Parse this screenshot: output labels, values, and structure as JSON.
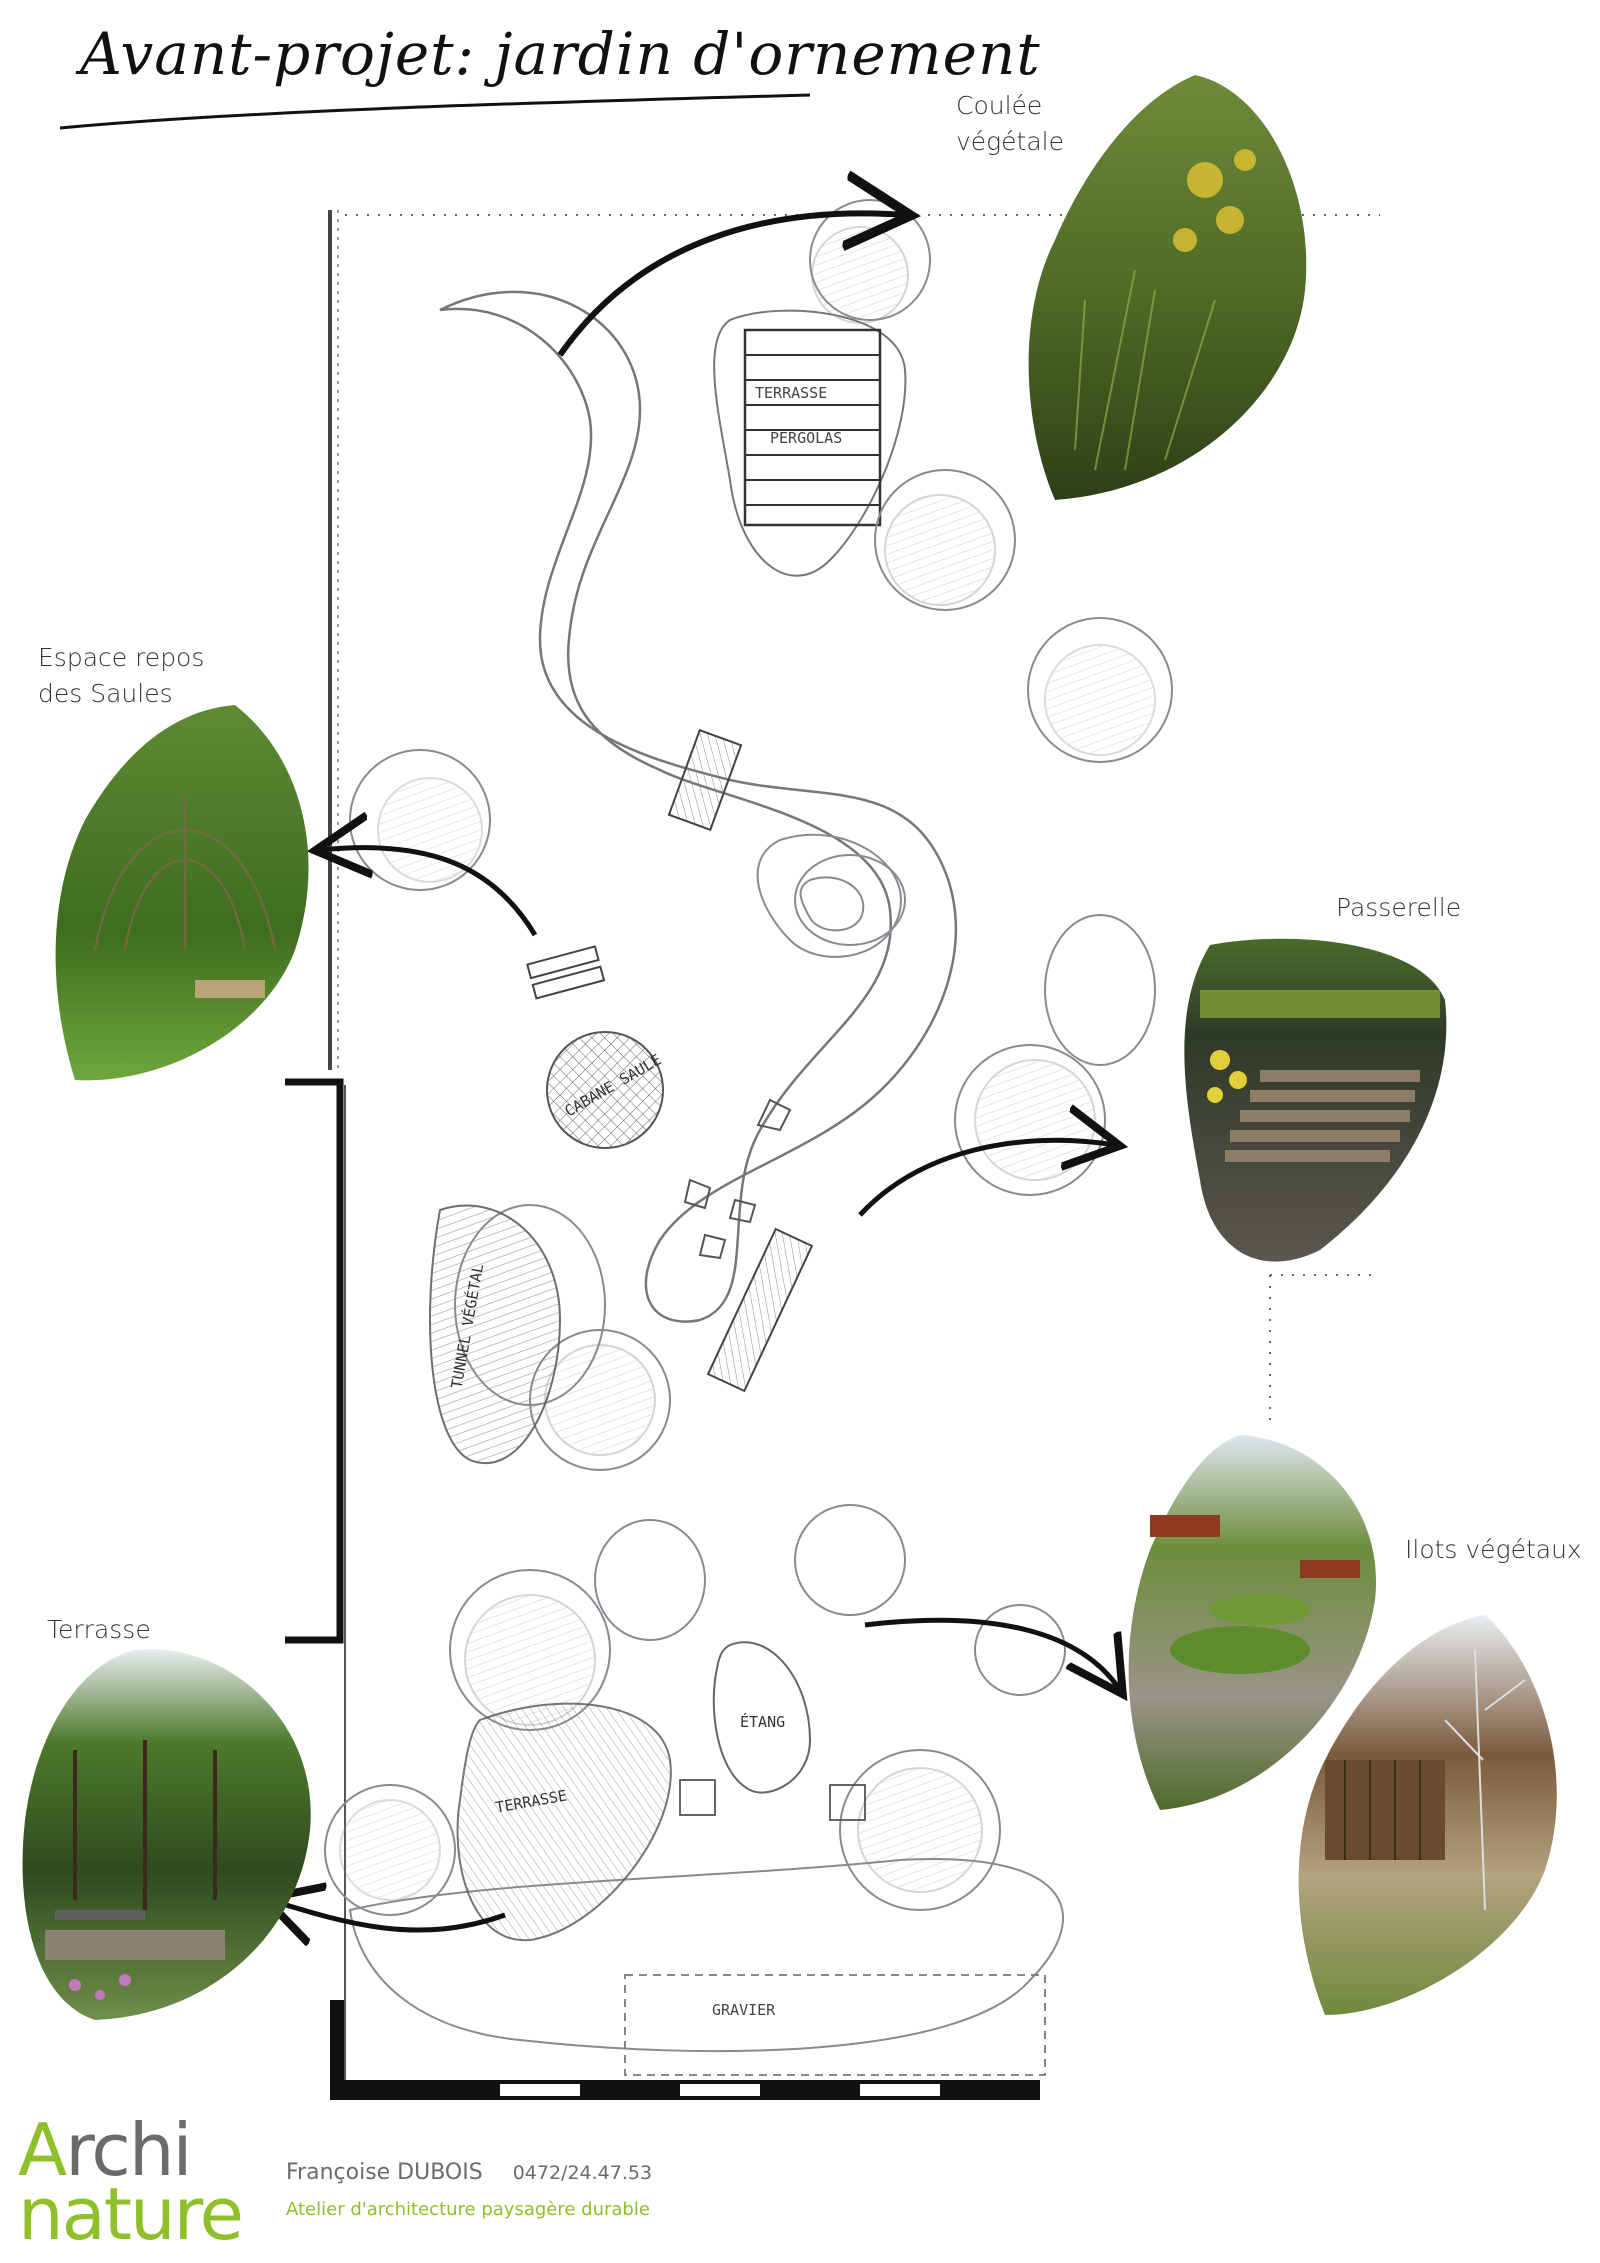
{
  "title": "Avant-projet: jardin d'ornement",
  "photo_labels": {
    "coulee_line1": "Coulée",
    "coulee_line2": "végétale",
    "saules_line1": "Espace repos",
    "saules_line2": "des Saules",
    "passerelle": "Passerelle",
    "ilots": "Ilots végétaux",
    "terrasse": "Terrasse"
  },
  "plan_labels": {
    "terrasse_top": "TERRASSE",
    "pergolas": "PERGOLAS",
    "cabane": "CABANE SAULE",
    "tunnel": "TUNNEL VÉGÉTAL",
    "etang": "ÉTANG",
    "terrasse_bottom": "TERRASSE",
    "gravier": "GRAVIER"
  },
  "footer": {
    "logo_line1_first": "A",
    "logo_line1_rest": "rchi",
    "logo_line2": "nature",
    "name": "Françoise DUBOIS",
    "phone": "0472/24.47.53",
    "tagline": "Atelier d'architecture paysagère durable"
  },
  "colors": {
    "brand_green": "#8fbf2a",
    "brand_grey": "#6b6b6b",
    "pencil": "#7a7a82"
  }
}
